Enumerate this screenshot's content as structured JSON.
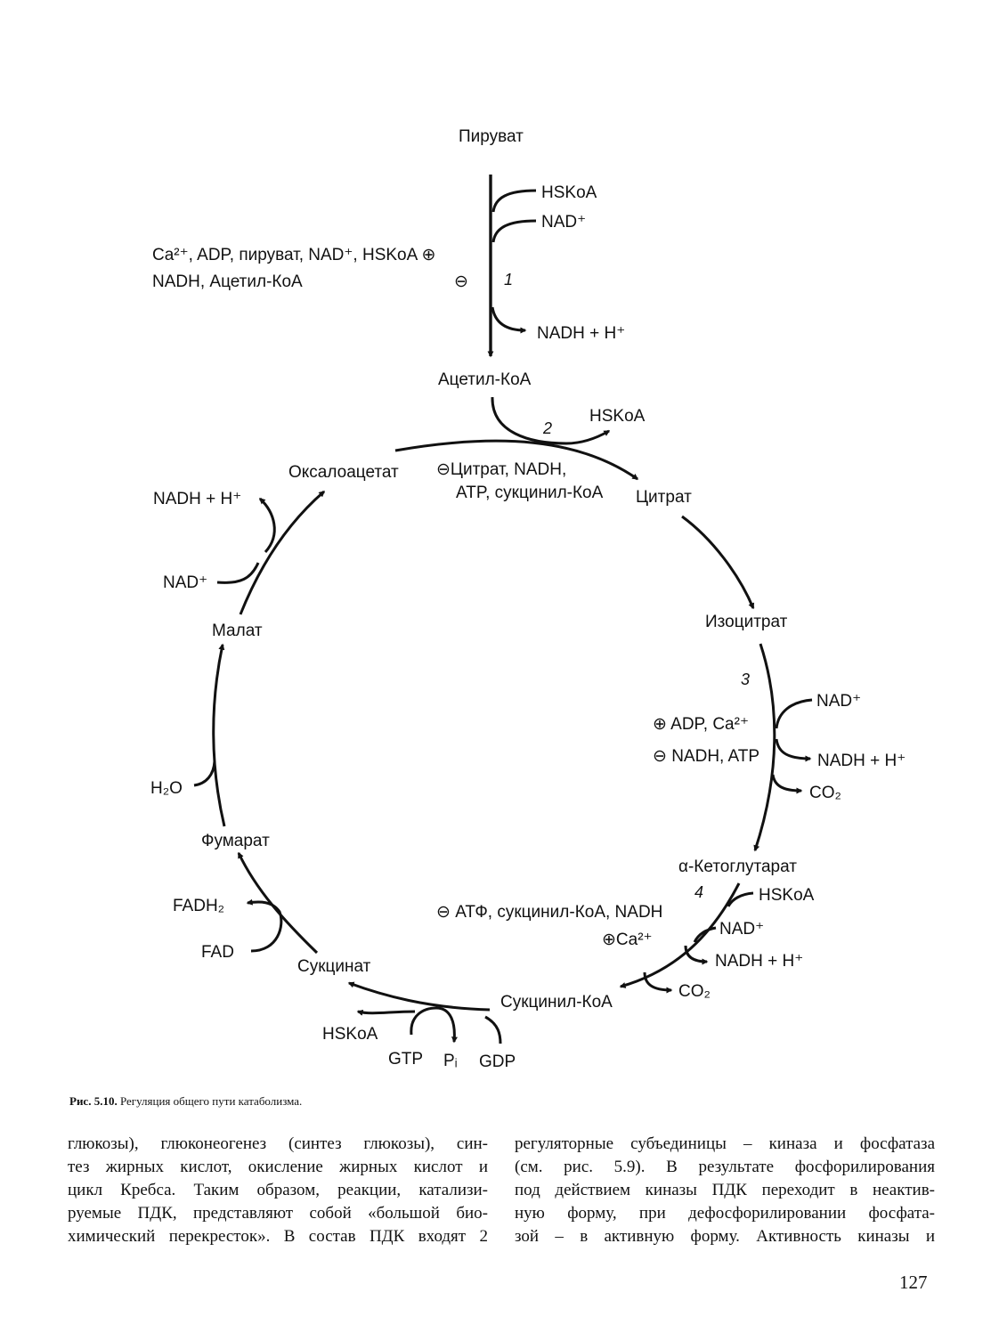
{
  "diagram": {
    "pyruvate": "Пируват",
    "step1_hskoa": "HSKoA",
    "step1_nad": "NAD⁺",
    "step1_activators": "Ca²⁺, ADP, пируват, NAD⁺, HSKoA ⊕",
    "step1_inhibitors": "NADH, Ацетил-КоА",
    "step1_minus": "⊖",
    "step1_number": "1",
    "step1_nadh": "NADH + H⁺",
    "acetyl_coa": "Ацетил-КоА",
    "step2_number": "2",
    "step2_hskoa": "HSKoA",
    "oxaloacetate": "Оксалоацетат",
    "step2_inhib_line1": "⊖Цитрат, NADH,",
    "step2_inhib_line2": "ATP, сукцинил-КоА",
    "citrate": "Цитрат",
    "isocitrate": "Изоцитрат",
    "step3_number": "3",
    "step3_nad": "NAD⁺",
    "step3_activators": "⊕ ADP, Ca²⁺",
    "step3_inhibitors": "⊖ NADH, ATP",
    "step3_nadh": "NADH + H⁺",
    "step3_co2": "CO₂",
    "alpha_ketoglutarate": "α-Кетоглутарат",
    "step4_number": "4",
    "step4_hskoa": "HSKoA",
    "step4_inhibitors": "⊖ АТФ, сукцинил-КоА, NADH",
    "step4_nad": "NAD⁺",
    "step4_activator": "⊕Ca²⁺",
    "step4_nadh": "NADH + H⁺",
    "step4_co2": "CO₂",
    "succinyl_coa": "Сукцинил-КоА",
    "succ_hskoa": "HSKoA",
    "succ_gtp": "GTP",
    "succ_pi": "Pᵢ",
    "succ_gdp": "GDP",
    "succinate": "Сукцинат",
    "fadh2": "FADH₂",
    "fad": "FAD",
    "fumarate": "Фумарат",
    "h2o": "H₂O",
    "malate": "Малат",
    "malate_nad": "NAD⁺",
    "malate_nadh": "NADH + H⁺"
  },
  "caption": {
    "label": "Рис. 5.10.",
    "text": "Регуляция общего пути катаболизма."
  },
  "left_column": [
    "глюкозы), глюконеогенез (синтез глюкозы), син-",
    "тез жирных кислот, окисление жирных кислот и",
    "цикл Кребса. Таким образом, реакции, катализи-",
    "руемые ПДК, представляют собой «большой био-",
    "химический перекресток». В состав ПДК входят 2"
  ],
  "right_column": [
    "регуляторные субъединицы – киназа и фосфатаза",
    "(см. рис. 5.9). В результате фосфорилирования",
    "под действием киназы ПДК переходит в неактив-",
    "ную форму, при дефосфорилировании фосфата-",
    "зой – в активную форму. Активность киназы и"
  ],
  "page_number": "127"
}
